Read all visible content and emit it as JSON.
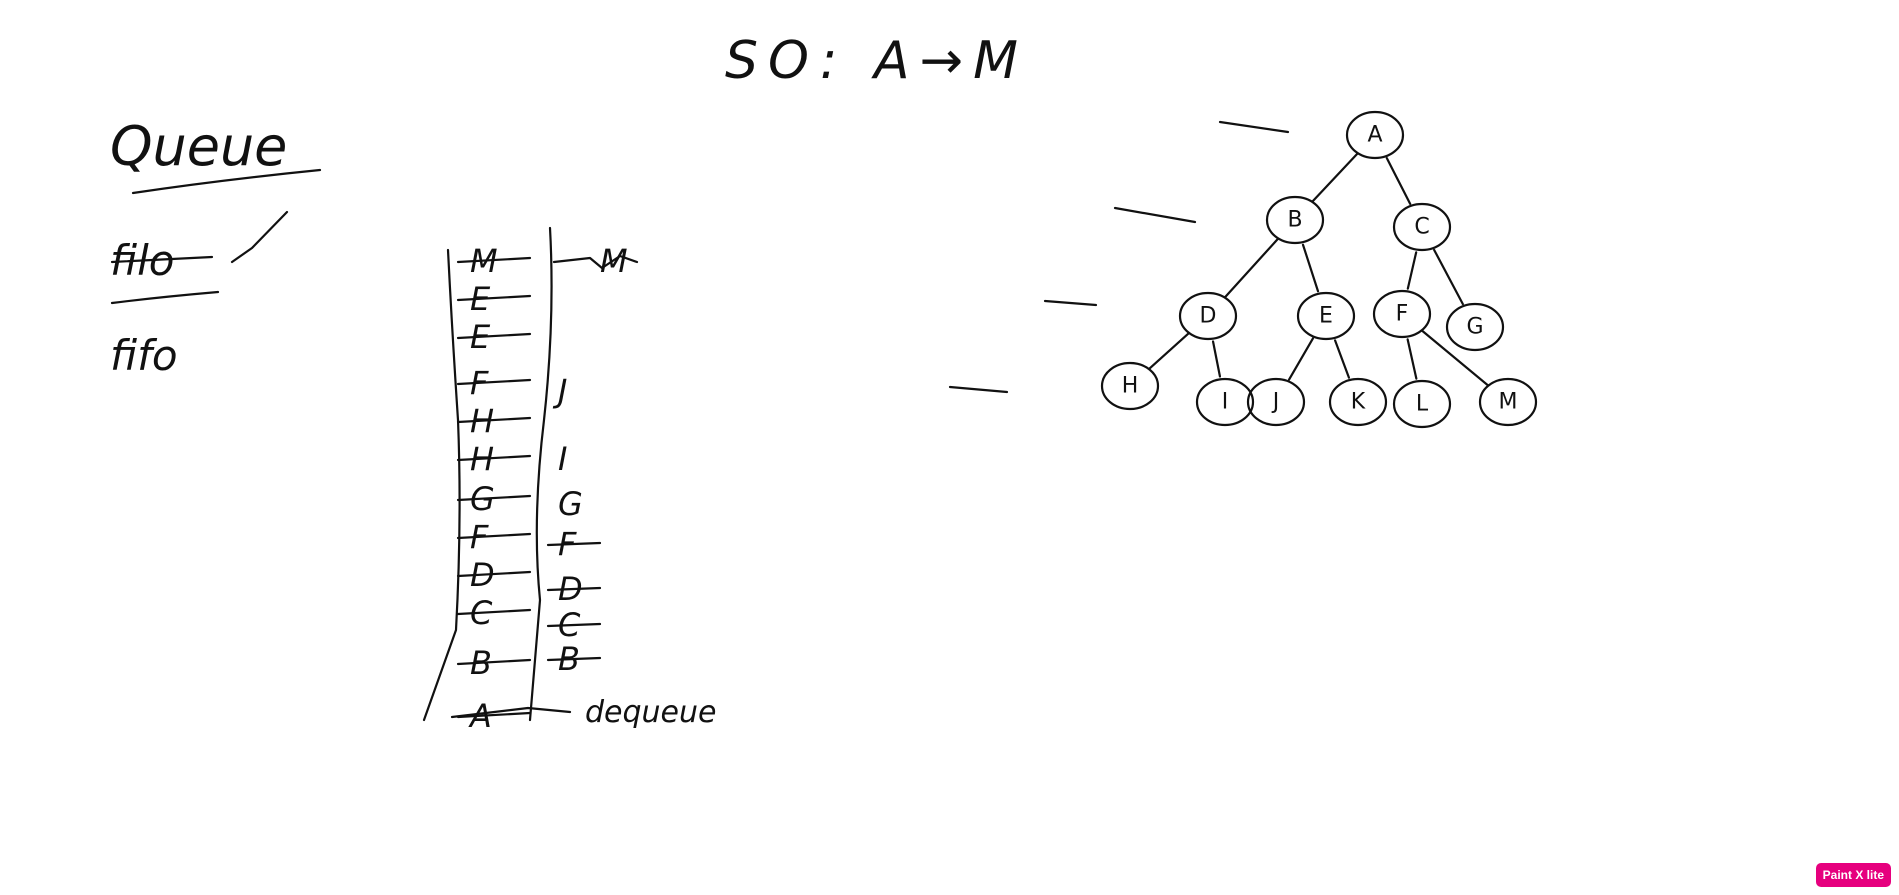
{
  "title": "SO: A→M",
  "notes": {
    "queue": "Queue",
    "filo": "filo",
    "check": "✓",
    "fifo": "fifo",
    "dequeue": "dequeue"
  },
  "queue_column": {
    "left_cells": [
      "M",
      "E",
      "E",
      "F",
      "H",
      "H",
      "G",
      "F",
      "D",
      "C",
      "B",
      "A"
    ],
    "right_cells": [
      "M",
      "J",
      "I",
      "G",
      "F",
      "D",
      "C",
      "B"
    ]
  },
  "tree": {
    "nodes": [
      "A",
      "B",
      "C",
      "D",
      "E",
      "F",
      "G",
      "H",
      "I",
      "J",
      "K",
      "L",
      "M"
    ]
  },
  "badge": "Paint X lite"
}
